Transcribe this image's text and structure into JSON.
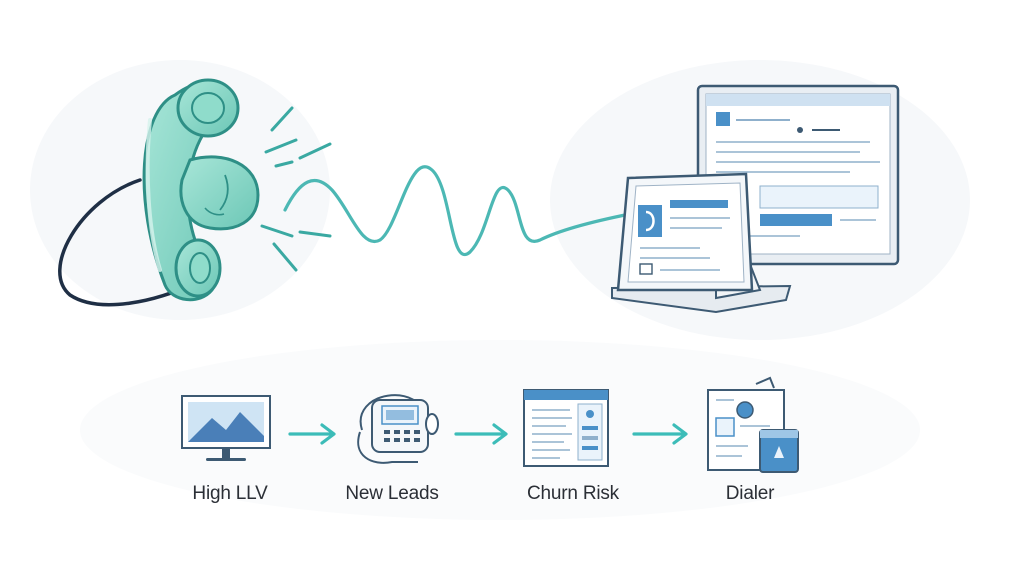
{
  "colors": {
    "teal": "#7fd4c4",
    "teal_dark": "#2e8f86",
    "wave": "#4cb8b4",
    "arrow": "#3cbcb8",
    "screen_blue": "#4a90c8",
    "screen_light": "#eaf3fb",
    "outline": "#3d5a73",
    "cord": "#1f2f45"
  },
  "hero": {
    "phone_icon": "telephone-handset-icon",
    "sound_icon": "sound-burst-icon",
    "wave_icon": "signal-wave-icon",
    "monitor_icon": "crm-monitor-icon",
    "tablet_icon": "tablet-stand-icon"
  },
  "flow": {
    "steps": [
      {
        "label": "High LLV",
        "icon": "landscape-monitor-icon"
      },
      {
        "label": "New Leads",
        "icon": "headset-phone-icon"
      },
      {
        "label": "Churn Risk",
        "icon": "document-list-icon"
      },
      {
        "label": "Dialer",
        "icon": "dialer-sheet-icon"
      }
    ],
    "arrow_icon": "arrow-right-icon"
  }
}
